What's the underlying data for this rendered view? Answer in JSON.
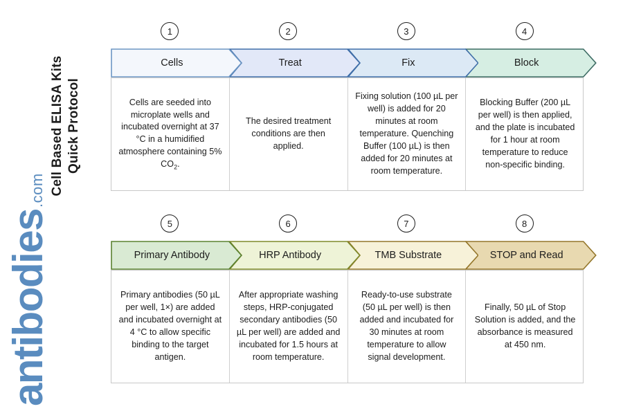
{
  "side_title": "Cell Based ELISA Kits\nQuick Protocol",
  "brand": {
    "word": "antibodies",
    "tld": ".com"
  },
  "colors": {
    "step1_fill": "#f4f7fc",
    "step1_stroke": "#6d96c4",
    "step2_fill": "#e2e8f8",
    "step2_stroke": "#3f6ea8",
    "step3_fill": "#dce9f5",
    "step3_stroke": "#3f6ea8",
    "step4_fill": "#d6eee3",
    "step4_stroke": "#3c6b63",
    "step5_fill": "#d9ead3",
    "step5_stroke": "#5a8130",
    "step6_fill": "#eef3d7",
    "step6_stroke": "#7e8a2a",
    "step7_fill": "#f7f2d9",
    "step7_stroke": "#94762a",
    "step8_fill": "#e8d9b0",
    "step8_stroke": "#94762a",
    "brand_blue": "#5a8cbf",
    "box_border": "#c8c8c8",
    "text": "#1c1c1c"
  },
  "rows": [
    {
      "id": "row-1",
      "steps": [
        {
          "number": "1",
          "label": "Cells",
          "body": "Cells are seeded into microplate wells and incubated overnight at 37 °C in a humidified atmosphere containing 5% CO",
          "body_sub": "2",
          "body_tail": ".",
          "fill": "#f4f7fc",
          "stroke": "#6d96c4"
        },
        {
          "number": "2",
          "label": "Treat",
          "body": "The desired treatment conditions are then applied.",
          "fill": "#e2e8f8",
          "stroke": "#3f6ea8"
        },
        {
          "number": "3",
          "label": "Fix",
          "body": "Fixing solution (100 µL per well) is added for 20 minutes at room temperature. Quenching Buffer (100 µL) is then added for 20 minutes at room temperature.",
          "fill": "#dce9f5",
          "stroke": "#3f6ea8"
        },
        {
          "number": "4",
          "label": "Block",
          "body": "Blocking Buffer (200 µL per well) is then applied, and the plate is incubated for 1 hour at room temperature to reduce non-specific binding.",
          "fill": "#d6eee3",
          "stroke": "#3c6b63"
        }
      ]
    },
    {
      "id": "row-2",
      "steps": [
        {
          "number": "5",
          "label": "Primary Antibody",
          "body": "Primary antibodies (50 µL per well, 1×) are added and incubated overnight at 4 °C to allow specific binding to the target antigen.",
          "fill": "#d9ead3",
          "stroke": "#5a8130"
        },
        {
          "number": "6",
          "label": "HRP Antibody",
          "body": "After appropriate washing steps, HRP-conjugated secondary antibodies (50 µL per well) are added and incubated for 1.5 hours at room temperature.",
          "fill": "#eef3d7",
          "stroke": "#7e8a2a"
        },
        {
          "number": "7",
          "label": "TMB Substrate",
          "body": "Ready-to-use substrate (50 µL per well) is then added and incubated for 30 minutes at room temperature to allow signal development.",
          "fill": "#f7f2d9",
          "stroke": "#94762a"
        },
        {
          "number": "8",
          "label": "STOP and Read",
          "body": "Finally, 50 µL of Stop Solution is added, and the absorbance is measured at 450 nm.",
          "fill": "#e8d9b0",
          "stroke": "#94762a"
        }
      ]
    }
  ]
}
